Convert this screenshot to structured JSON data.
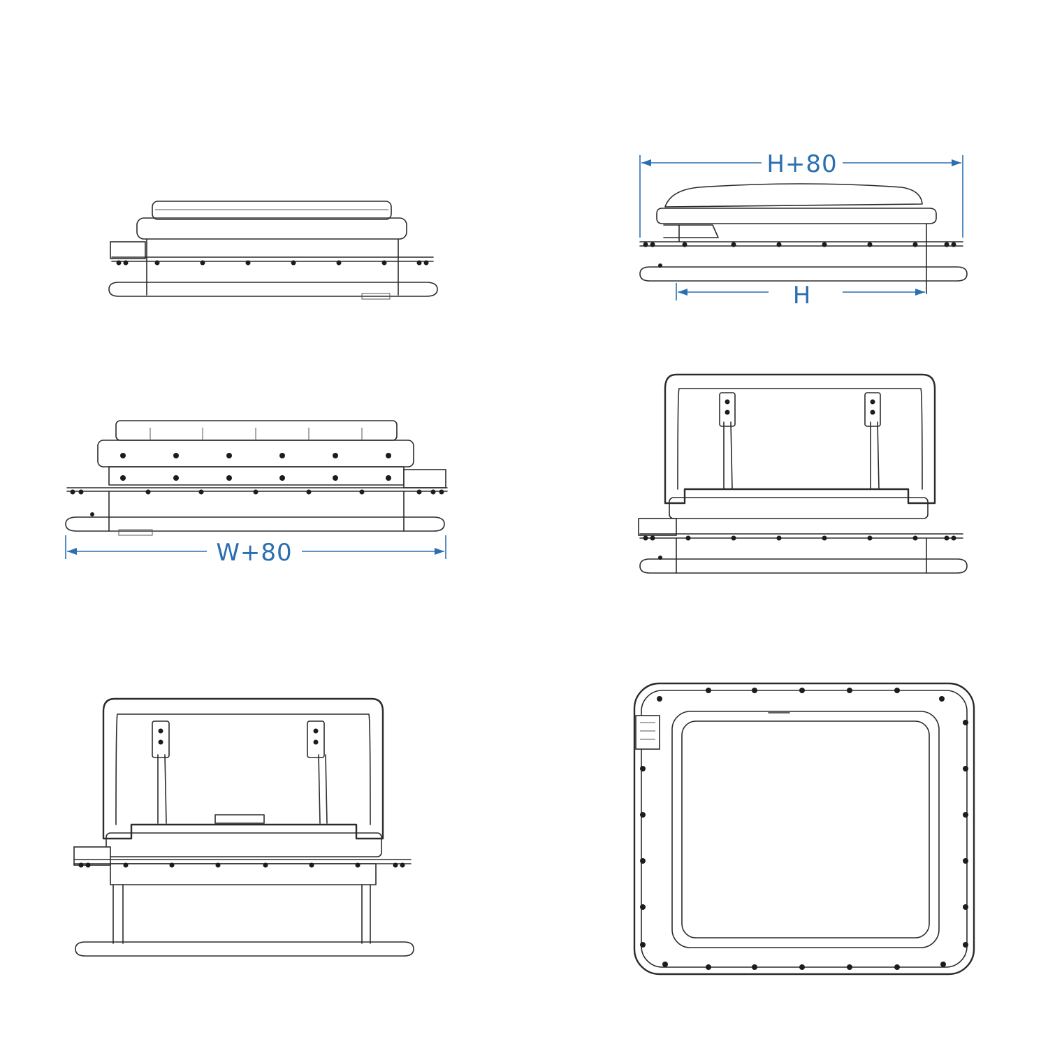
{
  "colors": {
    "line": "#2b2b2b",
    "dimension": "#2b6fb0",
    "background": "#ffffff"
  },
  "labels": {
    "top_width": "H+80",
    "top_inner": "H",
    "bottom_width": "W+80"
  }
}
